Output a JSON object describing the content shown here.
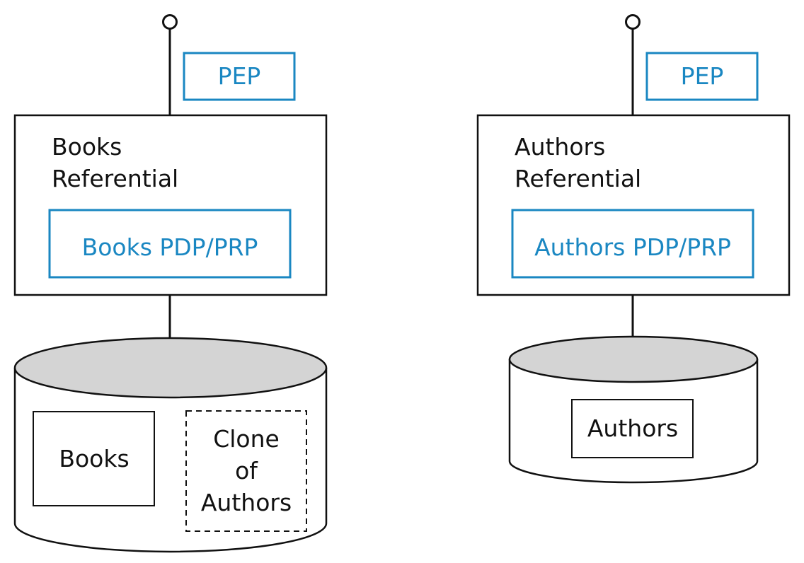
{
  "colors": {
    "stroke": "#111111",
    "accent": "#1a87c2",
    "cylinder_top": "#d4d4d4",
    "background": "#ffffff"
  },
  "left": {
    "pep_label": "PEP",
    "service_title_line1": "Books",
    "service_title_line2": "Referential",
    "pdp_label": "Books PDP/PRP",
    "db_tables": {
      "books_label": "Books",
      "clone_line1": "Clone",
      "clone_line2": "of",
      "clone_line3": "Authors"
    }
  },
  "right": {
    "pep_label": "PEP",
    "service_title_line1": "Authors",
    "service_title_line2": "Referential",
    "pdp_label": "Authors PDP/PRP",
    "db_tables": {
      "authors_label": "Authors"
    }
  }
}
